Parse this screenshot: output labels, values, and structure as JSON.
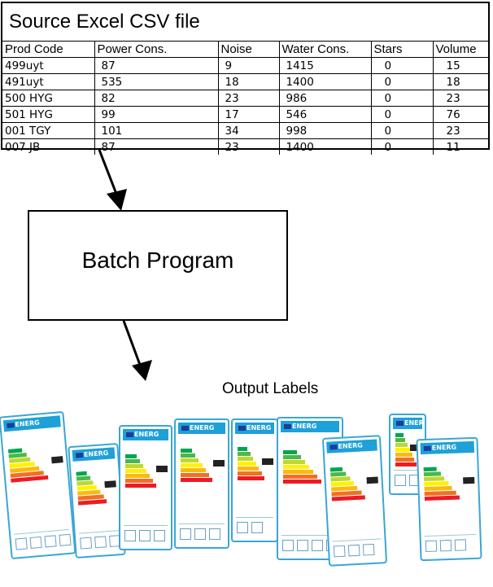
{
  "source": {
    "title": "Source Excel CSV file",
    "headers": [
      "Prod Code",
      "Power Cons.",
      "Noise",
      "Water Cons.",
      "Stars",
      "Volume"
    ],
    "rows": [
      [
        "499uyt",
        "87",
        "9",
        "1415",
        "0",
        "15"
      ],
      [
        "491uyt",
        "535",
        "18",
        "1400",
        "0",
        "18"
      ],
      [
        "500  HYG",
        "82",
        "23",
        "986",
        "0",
        "23"
      ],
      [
        "501  HYG",
        "99",
        "17",
        "546",
        "0",
        "76"
      ],
      [
        "001  TGY",
        "101",
        "34",
        "998",
        "0",
        "23"
      ],
      [
        "007 JB",
        "87",
        "23",
        "1400",
        "0",
        "11"
      ]
    ]
  },
  "batch": {
    "label": "Batch Program"
  },
  "output": {
    "label": "Output Labels"
  },
  "energy_label": {
    "header_text": "ENERG",
    "colors": {
      "border": "#3aa6d6",
      "header": "#1ea0d8",
      "bars": [
        "#00a651",
        "#4cb848",
        "#bfd730",
        "#fff200",
        "#fdb913",
        "#f37021",
        "#ed1c24"
      ]
    }
  }
}
